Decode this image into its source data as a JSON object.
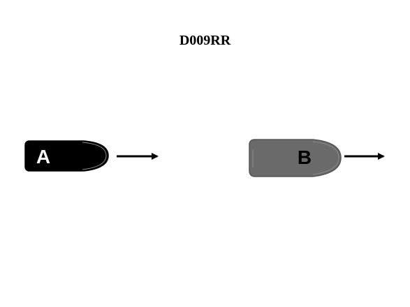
{
  "title": "D009RR",
  "boats": [
    {
      "label": "A",
      "hull_color": "#000000",
      "outline_color": "#000000",
      "label_color": "#ffffff",
      "highlight_color": "#888888"
    },
    {
      "label": "B",
      "hull_color": "#6a6a6a",
      "outline_color": "#555555",
      "label_color": "#000000",
      "highlight_color": "#8a8a8a"
    }
  ],
  "arrow_color": "#000000"
}
